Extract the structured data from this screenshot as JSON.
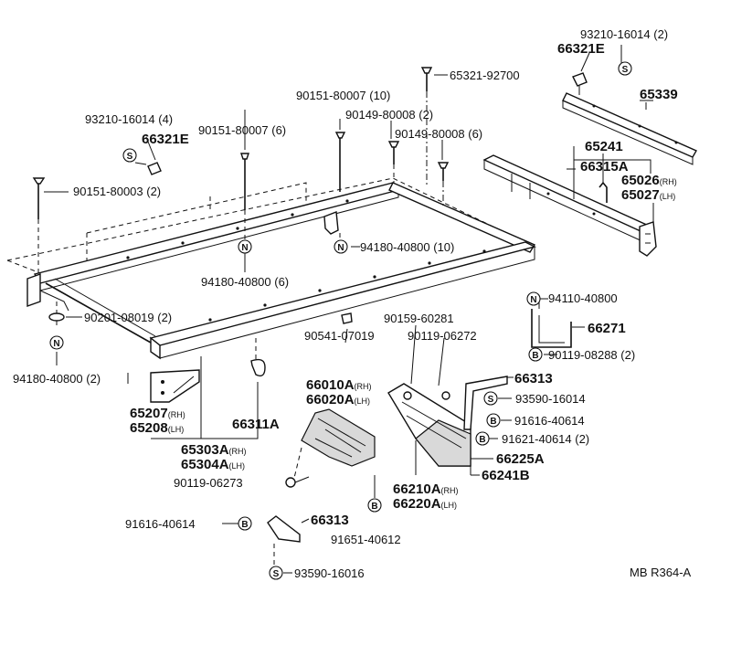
{
  "callouts": {
    "c1": "93210-16014 (2)",
    "c2": "66321E",
    "c3": "65321-92700",
    "c4": "65339",
    "c5": "90151-80007 (10)",
    "c6": "90149-80008 (2)",
    "c7": "93210-16014 (4)",
    "c8": "90151-80007 (6)",
    "c9": "90149-80008 (6)",
    "c10": "66321E",
    "c11": "65241",
    "c12": "66315A",
    "c13": "65026",
    "c13s": "(RH)",
    "c14": "65027",
    "c14s": "(LH)",
    "c15": "90151-80003 (2)",
    "c16": "94180-40800 (10)",
    "c17": "94180-40800 (6)",
    "c18": "94110-40800",
    "c19": "66271",
    "c20": "90201-08019 (2)",
    "c21": "90119-08288 (2)",
    "c22": "90159-60281",
    "c23": "90541-07019",
    "c24": "90119-06272",
    "c25": "94180-40800 (2)",
    "c26": "66313",
    "c27": "66010A",
    "c27s": "(RH)",
    "c28": "66020A",
    "c28s": "(LH)",
    "c29": "93590-16014",
    "c30": "65207",
    "c30s": "(RH)",
    "c31": "65208",
    "c31s": "(LH)",
    "c32": "66311A",
    "c33": "91616-40614",
    "c34": "91621-40614 (2)",
    "c35": "65303A",
    "c35s": "(RH)",
    "c36": "65304A",
    "c36s": "(LH)",
    "c37": "66225A",
    "c38": "66241B",
    "c39": "90119-06273",
    "c40": "66210A",
    "c40s": "(RH)",
    "c41": "66220A",
    "c41s": "(LH)",
    "c42": "91616-40614",
    "c43": "66313",
    "c44": "91651-40612",
    "c45": "93590-16016",
    "ref": "MB R364-A"
  },
  "symbols": {
    "s": "S",
    "n": "N",
    "b": "B"
  }
}
